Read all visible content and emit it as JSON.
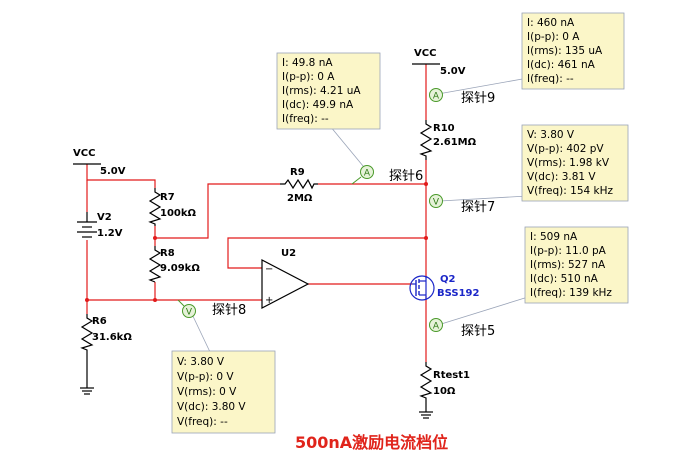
{
  "title": "500nA激励电流档位",
  "components": {
    "vcc_top": {
      "name": "VCC",
      "value": "5.0V"
    },
    "vcc_left": {
      "name": "VCC",
      "value": "5.0V"
    },
    "r7": {
      "name": "R7",
      "value": "100kΩ"
    },
    "r8": {
      "name": "R8",
      "value": "9.09kΩ"
    },
    "r6": {
      "name": "R6",
      "value": "31.6kΩ"
    },
    "v2": {
      "name": "V2",
      "value": "1.2V"
    },
    "r9": {
      "name": "R9",
      "value": "2MΩ"
    },
    "r10": {
      "name": "R10",
      "value": "2.61MΩ"
    },
    "u2": {
      "name": "U2",
      "minus": "−",
      "plus": "+"
    },
    "q2": {
      "name": "Q2",
      "model": "BSS192"
    },
    "rtest1": {
      "name": "Rtest1",
      "value": "10Ω"
    }
  },
  "probes": [
    {
      "id": "probe9",
      "label": "探针9",
      "symbol": "A",
      "readings": [
        "I: 460 nA",
        "I(p-p): 0 A",
        "I(rms): 135 uA",
        "I(dc): 461 nA",
        "I(freq): --"
      ]
    },
    {
      "id": "probe6",
      "label": "探针6",
      "symbol": "A",
      "readings": [
        "I: 49.8 nA",
        "I(p-p): 0 A",
        "I(rms): 4.21 uA",
        "I(dc): 49.9 nA",
        "I(freq): --"
      ]
    },
    {
      "id": "probe7",
      "label": "探针7",
      "symbol": "V",
      "readings": [
        "V: 3.80 V",
        "V(p-p): 402 pV",
        "V(rms): 1.98 kV",
        "V(dc): 3.81 V",
        "V(freq): 154 kHz"
      ]
    },
    {
      "id": "probe5",
      "label": "探针5",
      "symbol": "A",
      "readings": [
        "I: 509 nA",
        "I(p-p): 11.0 pA",
        "I(rms): 527 nA",
        "I(dc): 510 nA",
        "I(freq): 139 kHz"
      ]
    },
    {
      "id": "probe8",
      "label": "探针8",
      "symbol": "V",
      "readings": [
        "V: 3.80 V",
        "V(p-p): 0 V",
        "V(rms): 0 V",
        "V(dc): 3.80 V",
        "V(freq): --"
      ]
    }
  ]
}
